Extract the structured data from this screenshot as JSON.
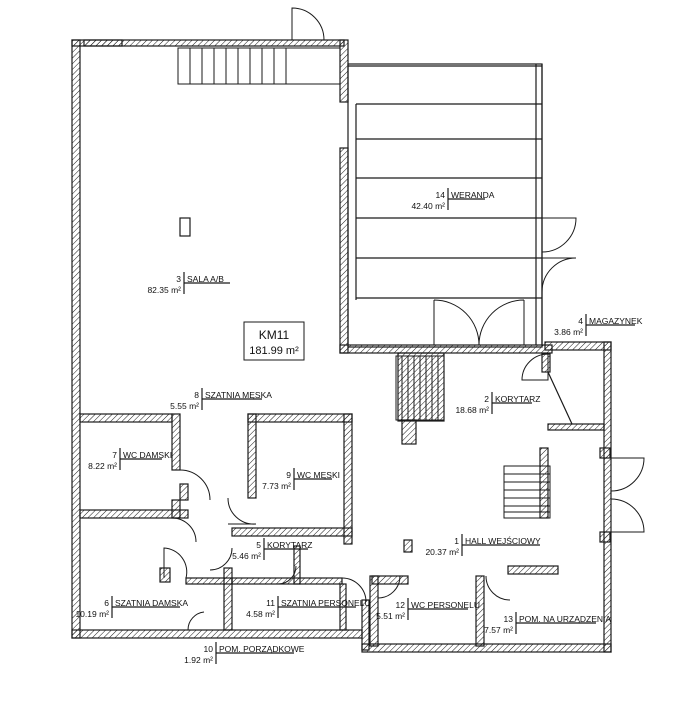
{
  "summary": {
    "code": "KM11",
    "area": "181.99 m²"
  },
  "rooms": [
    {
      "id": "r14",
      "number": "14",
      "name": "WERANDA",
      "area": "42.40 m²"
    },
    {
      "id": "r3",
      "number": "3",
      "name": "SALA A/B",
      "area": "82.35 m²"
    },
    {
      "id": "r4",
      "number": "4",
      "name": "MAGAZYNEK",
      "area": "3.86 m²"
    },
    {
      "id": "r8",
      "number": "8",
      "name": "SZATNIA MĘSKA",
      "area": "5.55 m²"
    },
    {
      "id": "r2",
      "number": "2",
      "name": "KORYTARZ",
      "area": "18.68 m²"
    },
    {
      "id": "r7",
      "number": "7",
      "name": "WC DAMSKI",
      "area": "8.22 m²"
    },
    {
      "id": "r9",
      "number": "9",
      "name": "WC MĘSKI",
      "area": "7.73 m²"
    },
    {
      "id": "r5",
      "number": "5",
      "name": "KORYTARZ",
      "area": "5.46 m²"
    },
    {
      "id": "r1",
      "number": "1",
      "name": "HALL WEJŚCIOWY",
      "area": "20.37 m²"
    },
    {
      "id": "r6",
      "number": "6",
      "name": "SZATNIA DAMSKA",
      "area": "10.19 m²"
    },
    {
      "id": "r11",
      "number": "11",
      "name": "SZATNIA PERSONELU",
      "area": "4.58 m²"
    },
    {
      "id": "r12",
      "number": "12",
      "name": "WC PERSONELU",
      "area": "5.51 m²"
    },
    {
      "id": "r13",
      "number": "13",
      "name": "POM. NA URZĄDZENIA",
      "area": "7.57 m²"
    },
    {
      "id": "r10",
      "number": "10",
      "name": "POM. PORZĄDKOWE",
      "area": "1.92 m²"
    }
  ]
}
